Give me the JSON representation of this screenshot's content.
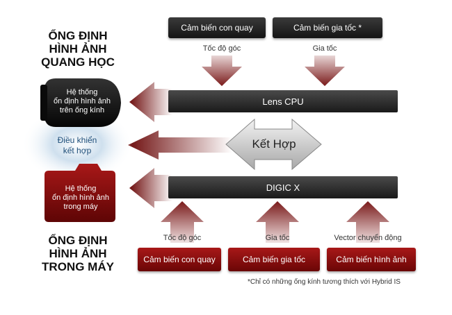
{
  "headings": {
    "optical": [
      "ỔNG ĐỊNH",
      "HÌNH ẢNH",
      "QUANG HỌC"
    ],
    "in_body": [
      "ỔNG ĐỊNH",
      "HÌNH ẢNH",
      "TRONG MÁY"
    ]
  },
  "top_sensors": {
    "gyro": "Cảm biến con quay",
    "accel": "Cảm biến gia tốc *"
  },
  "top_labels": {
    "angular_speed": "Tốc độ góc",
    "acceleration": "Gia tốc"
  },
  "lens_cpu": "Lens CPU",
  "combine": "Kết Hợp",
  "digic": "DIGIC X",
  "left_items": {
    "lens_system": [
      "Hệ thống",
      "ổn định hình ảnh",
      "trên ống kính"
    ],
    "coordinated": [
      "Điều khiển",
      "kết hợp"
    ],
    "body_system": [
      "Hệ thống",
      "ổn định hình ảnh",
      "trong máy"
    ]
  },
  "bottom_labels": {
    "angular_speed": "Tốc độ góc",
    "acceleration": "Gia tốc",
    "motion_vector": "Vector chuyển động"
  },
  "bottom_sensors": {
    "gyro": "Cảm biến con quay",
    "accel": "Cảm biến gia tốc",
    "image": "Cảm biến hình ảnh"
  },
  "footnote": "*Chỉ có những ống kính tương thích với Hybrid IS",
  "colors": {
    "arrow_red": "#7a1a1a",
    "box_red": "#8e1010",
    "box_dark": "#222222"
  }
}
